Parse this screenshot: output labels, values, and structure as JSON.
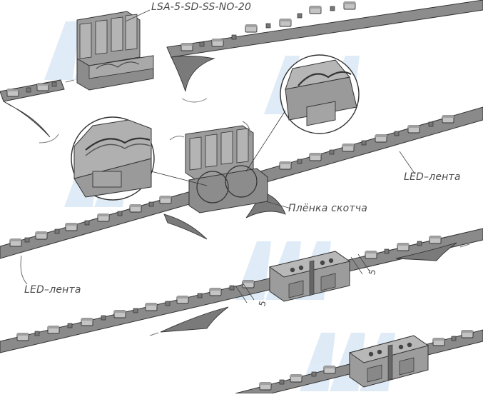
{
  "labels": {
    "model": "LSA-5-SD-SS-NO-20",
    "led_tape_right": "LED–лента",
    "led_tape_left": "LED–лента",
    "tape_film": "Плёнка скотча"
  },
  "dimensions": {
    "gap_upper": "5",
    "gap_lower": "5"
  },
  "colors": {
    "tape": "#8a8a8a",
    "chip": "#b8b8b8",
    "outline": "#333333",
    "connector": "#9a9a9a",
    "watermark": "#d6e6f4"
  }
}
